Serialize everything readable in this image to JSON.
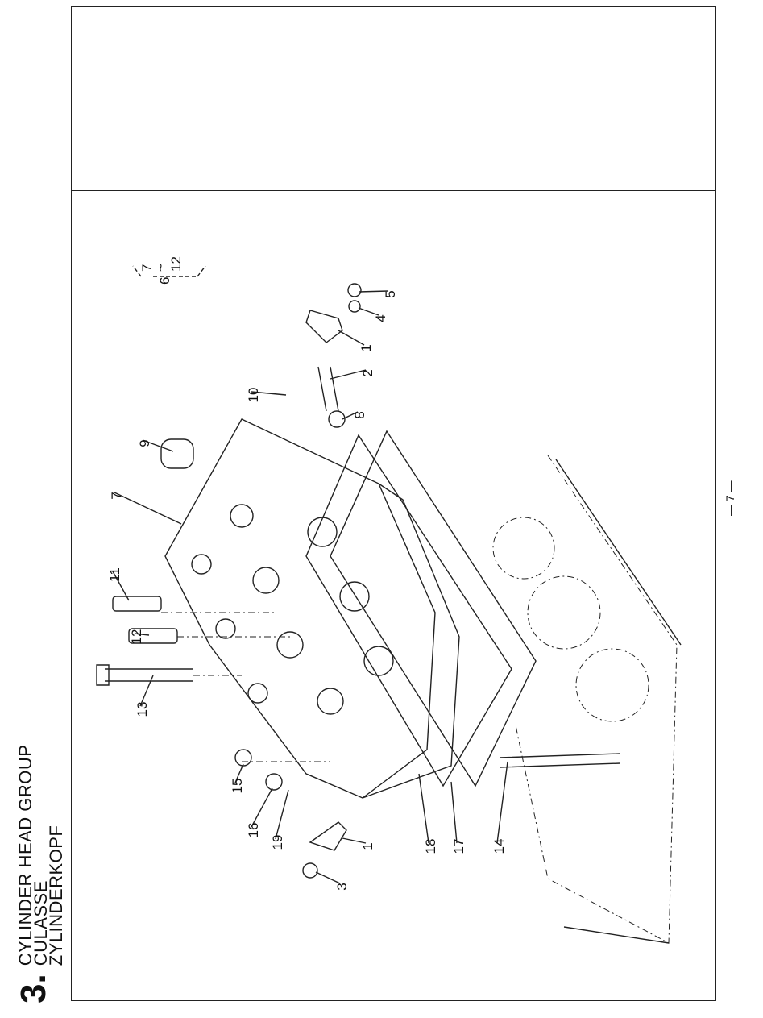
{
  "section": {
    "number": "3.",
    "titles": [
      "CYLINDER HEAD GROUP",
      "CULASSE",
      "ZYLINDERKOPF"
    ]
  },
  "page_number": "— 7 —",
  "callouts": [
    "5",
    "4",
    "1",
    "2",
    "10",
    "8",
    "9",
    "7",
    "11",
    "12",
    "13",
    "15",
    "16",
    "19",
    "1",
    "18",
    "17",
    "14",
    "3"
  ],
  "subassembly_note": {
    "parent": "6",
    "from": "7",
    "sep": "~",
    "to": "12"
  }
}
